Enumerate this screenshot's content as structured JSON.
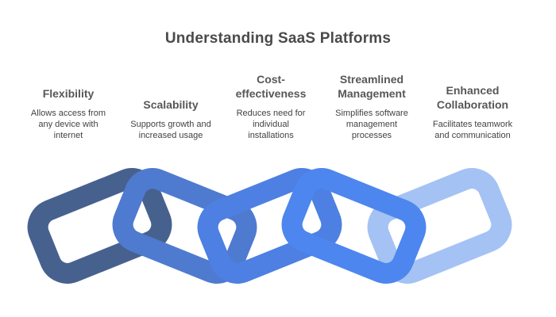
{
  "title": "Understanding SaaS Platforms",
  "concepts": [
    {
      "heading_lines": [
        "Flexibility"
      ],
      "body_lines": [
        "Allows access from",
        "any device with",
        "internet"
      ]
    },
    {
      "heading_lines": [
        "Scalability"
      ],
      "body_lines": [
        "Supports growth and",
        "increased usage"
      ]
    },
    {
      "heading_lines": [
        "Cost-",
        "effectiveness"
      ],
      "body_lines": [
        "Reduces need for",
        "individual",
        "installations"
      ]
    },
    {
      "heading_lines": [
        "Streamlined",
        "Management"
      ],
      "body_lines": [
        "Simplifies software",
        "management",
        "processes"
      ]
    },
    {
      "heading_lines": [
        "Enhanced",
        "Collaboration"
      ],
      "body_lines": [
        "Facilitates teamwork",
        "and communication"
      ]
    }
  ],
  "chain": {
    "links": [
      {
        "concept": "Flexibility",
        "color": "#47618F"
      },
      {
        "concept": "Scalability",
        "color": "#4E7BD0"
      },
      {
        "concept": "Cost-effectiveness",
        "color": "#4D80E2"
      },
      {
        "concept": "Streamlined Management",
        "color": "#4D86EE"
      },
      {
        "concept": "Enhanced Collaboration",
        "color": "#A4C2F4"
      }
    ]
  },
  "colors": {
    "title_text": "#4A4A4A",
    "heading_text": "#575757",
    "body_text": "#424242",
    "background": "#FFFFFF"
  }
}
